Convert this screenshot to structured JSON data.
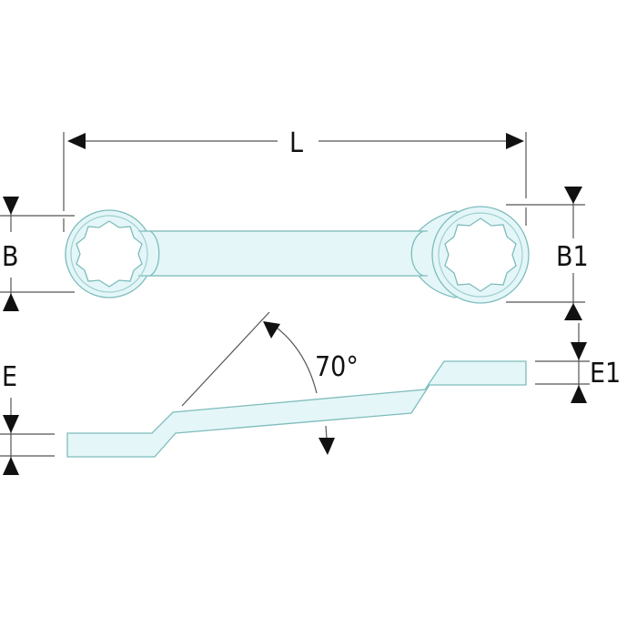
{
  "diagram": {
    "subject": "Offset double ring wrench (12-point) dimension drawing",
    "labels": {
      "length": "L",
      "head_width_left": "B",
      "head_width_right": "B1",
      "thickness_left": "E",
      "thickness_right": "E1",
      "offset_angle": "70°"
    },
    "colors": {
      "tool_fill": "#e4f6f8",
      "tool_outline": "#7fbcbc",
      "dimension_line": "#555555",
      "arrow": "#111111",
      "text": "#111111",
      "background": "#ffffff"
    },
    "views": [
      {
        "name": "top-view",
        "description": "Plan view with two 12-point ring heads joined by a shank"
      },
      {
        "name": "side-view",
        "description": "Side view showing offset shank angled at 70°"
      }
    ]
  }
}
